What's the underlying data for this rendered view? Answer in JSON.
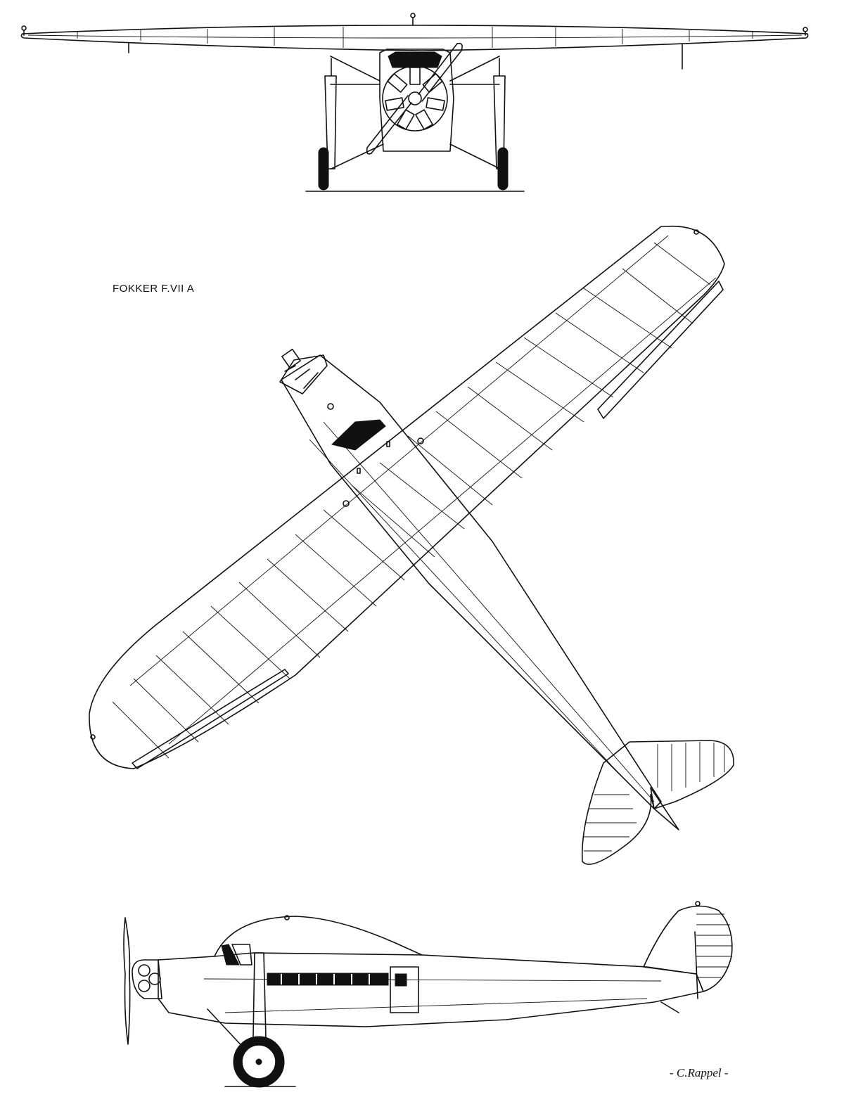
{
  "drawing": {
    "title": "FOKKER  F.VII A",
    "signature": "- C.Rappel -"
  },
  "views": [
    "front-view",
    "top-view",
    "side-view"
  ],
  "colors": {
    "ink": "#111111",
    "paper": "#ffffff"
  }
}
